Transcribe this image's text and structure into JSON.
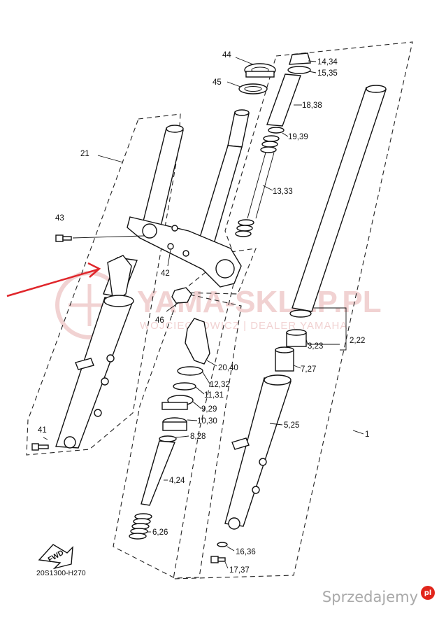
{
  "diagram": {
    "drawing_code": "20S1300-H270",
    "fwd_label": "FWD",
    "callouts": [
      "44",
      "45",
      "14,34",
      "15,35",
      "18,38",
      "19,39",
      "13,33",
      "21",
      "43",
      "42",
      "46",
      "3,23",
      "2,22",
      "7,27",
      "20,40",
      "12,32",
      "11,31",
      "9,29",
      "10,30",
      "8,28",
      "5,25",
      "1",
      "41",
      "4,24",
      "6,26",
      "16,36",
      "17,37"
    ]
  },
  "watermark": {
    "line1": "YAMA-SKLEP.PL",
    "line2": "WOJCIECHOWICZ | DEALER YAMAHA"
  },
  "branding": {
    "name": "Sprzedajemy",
    "badge": "pl"
  },
  "colors": {
    "arrow": "#e0262b",
    "watermark": "#f1d2d2",
    "brand_badge": "#e1251b"
  }
}
